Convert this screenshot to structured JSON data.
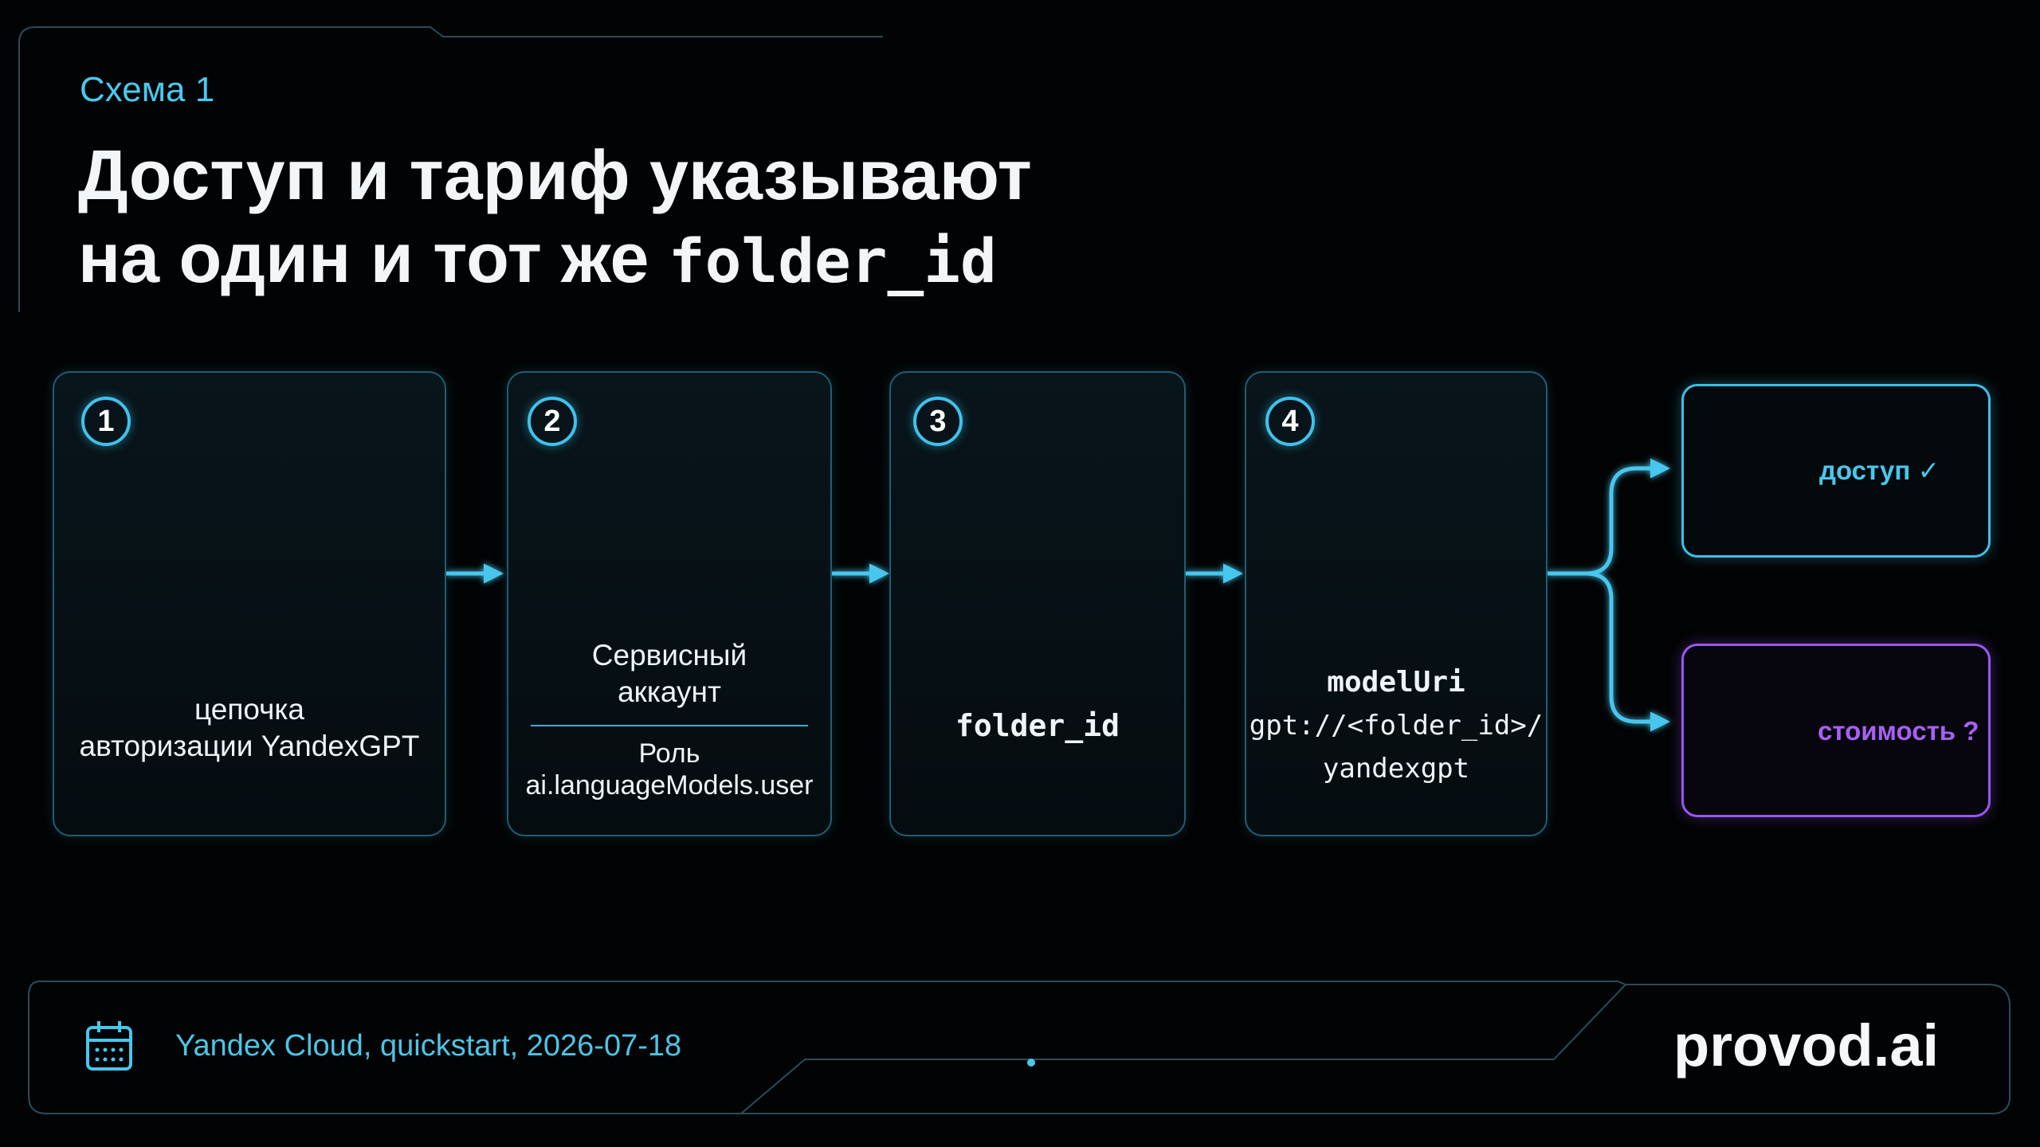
{
  "eyebrow": "Схема 1",
  "title": {
    "line1": "Доступ и тариф указывают",
    "line2_text": "на один и тот же",
    "line2_code": "folder_id"
  },
  "steps": [
    {
      "number": "1",
      "icon": "shield-lock-icon",
      "label": "цепочка\nавторизации YandexGPT"
    },
    {
      "number": "2",
      "icon": "user-gear-icon",
      "label": "Сервисный\nаккаунт",
      "sublabel": "Роль\nai.languageModels.user"
    },
    {
      "number": "3",
      "icon": "folder-target-icon",
      "label": "folder_id"
    },
    {
      "number": "4",
      "icon": "code-document-icon",
      "label": "modelUri",
      "sublabel": "gpt://<folder_id>/\nyandexgpt"
    }
  ],
  "outcomes": [
    {
      "icon": "check-circle-icon",
      "label": "доступ ✓",
      "color": "#49c6ee"
    },
    {
      "icon": "question-circle-icon",
      "label": "стоимость ?",
      "color": "#a760f5"
    }
  ],
  "footer": {
    "icon": "calendar-icon",
    "source": "Yandex Cloud, quickstart, 2026-07-18",
    "brand": "provod.ai"
  },
  "colors": {
    "background": "#020304",
    "accent_cyan": "#3fc2ec",
    "accent_purple": "#9a56f0",
    "card_border": "#1f5e73"
  }
}
